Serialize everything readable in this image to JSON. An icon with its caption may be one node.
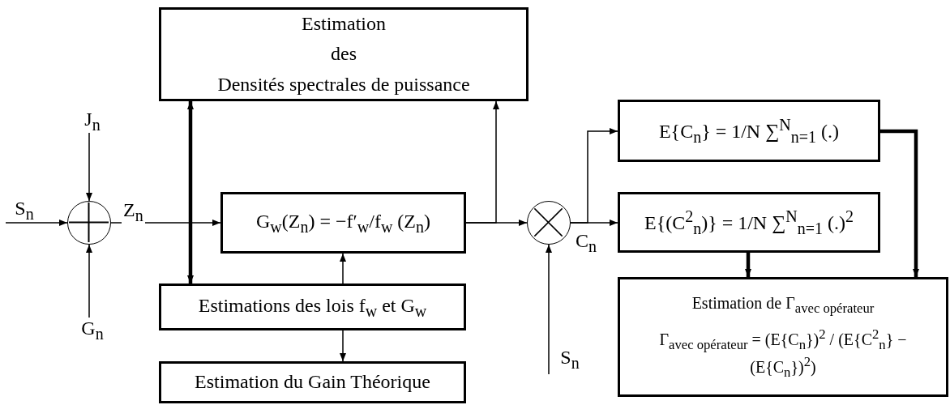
{
  "diagram": {
    "nodes": [
      {
        "text": [
          "Estimation",
          "des",
          "Densités spectrales de puissance"
        ]
      },
      {
        "text": [
          "S$_{n}$"
        ]
      },
      {
        "text": [
          "J$_{n}$"
        ]
      },
      {
        "text": [],
        "shape": "circle"
      },
      {
        "text": [
          "G$_{n}$"
        ]
      },
      {
        "text": [
          "G$_{w}$(Z$_{n}$) = −f′$_{w}$/f$_{w}$ (Z$_{n}$)"
        ]
      },
      {
        "text": [
          "Estimations des lois f$_{w}$ et G$_{w}$"
        ]
      },
      {
        "text": [
          "Estimation du Gain Théorique"
        ]
      },
      {
        "text": [],
        "shape": "circle"
      },
      {
        "text": [
          "S$_{n}$"
        ]
      },
      {
        "text": [
          "E{C$_{n}$} = 1/N ∑$^{N}$$_{n=1}$ (.)"
        ]
      },
      {
        "text": [
          "E{(C$^{2}$$_{n}$)} = 1/N ∑$^{N}$$_{n=1}$ (.)$^{2}$"
        ]
      },
      {
        "text": [
          "Estimation de Γ$_{avec opérateur}$",
          "Γ$_{avec opérateur}$ = (E{C$_{n}$})$^{2}$ / (E{C$^{2}$$_{n}$} − (E{C$_{n}$})$^{2}$)"
        ]
      }
    ],
    "edges": [
      {
        "from": 1,
        "to": 3,
        "arrow": "to"
      },
      {
        "from": 2,
        "to": 3,
        "arrow": "to"
      },
      {
        "from": 4,
        "to": 3,
        "arrow": "to"
      },
      {
        "from": 3,
        "to": 5,
        "arrow": "to",
        "label": "Z$_{n}$"
      },
      {
        "from": 0,
        "to": 6,
        "arrow": "both",
        "style": "thick"
      },
      {
        "from": 6,
        "to": 5,
        "arrow": "to"
      },
      {
        "from": 6,
        "to": 7,
        "arrow": "to"
      },
      {
        "from": 5,
        "to": 0,
        "arrow": "to"
      },
      {
        "from": 5,
        "to": 8,
        "arrow": "to"
      },
      {
        "from": 8,
        "to": 10,
        "arrow": "to"
      },
      {
        "from": 8,
        "to": 11,
        "arrow": "to",
        "label": "C$_{n}$"
      },
      {
        "from": 9,
        "to": 8,
        "arrow": "to"
      },
      {
        "from": 11,
        "to": 12,
        "arrow": "to",
        "style": "thick"
      },
      {
        "from": 10,
        "to": 12,
        "arrow": "to",
        "style": "thick"
      }
    ]
  }
}
